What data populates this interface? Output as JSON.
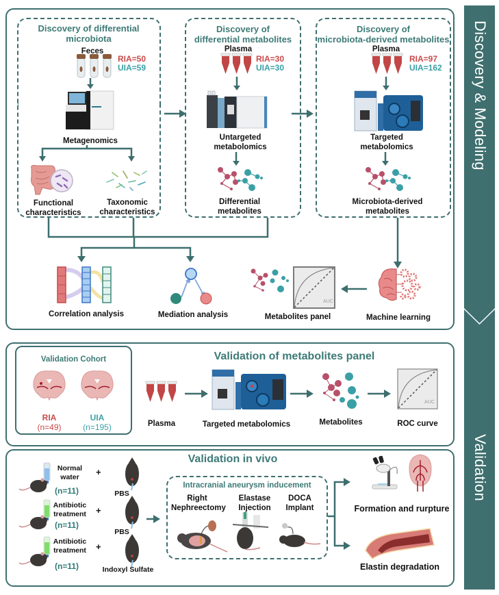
{
  "sidebar": {
    "top_label": "Discovery & Modeling",
    "bottom_label": "Validation",
    "color": "#3f6f6f"
  },
  "discovery": {
    "microbiota_box": {
      "title": "Discovery of differential microbiota",
      "sample": "Feces",
      "ria": "RIA=50",
      "uia": "UIA=59",
      "method": "Metagenomics",
      "outputs": [
        "Functional characteristics",
        "Taxonomic characteristics"
      ]
    },
    "metabolites_box": {
      "title_line1": "Discovery of",
      "title_line2": "differential metabolites",
      "sample": "Plasma",
      "ria": "RIA=30",
      "uia": "UIA=30",
      "method": "Untargeted metabolomics",
      "output": "Differential metabolites"
    },
    "microbiota_derived_box": {
      "title_line1": "Discovery of",
      "title_line2": "microbiota-derived metabolites",
      "sample": "Plasma",
      "ria": "RIA=97",
      "uia": "UIA=162",
      "method": "Targeted metabolomics",
      "output": "Microbiota-derived metabolites"
    },
    "analyses": {
      "correlation": "Correlation analysis",
      "mediation": "Mediation analysis",
      "panel": "Metabolites panel",
      "ml": "Machine learning",
      "auc": "AUC"
    }
  },
  "validation_panel": {
    "title": "Validation of metabolites panel",
    "cohort": {
      "title": "Validation Cohort",
      "ria_label": "RIA",
      "ria_n": "(n=49)",
      "uia_label": "UIA",
      "uia_n": "(n=195)"
    },
    "steps": [
      "Plasma",
      "Targeted metabolomics",
      "Metabolites",
      "ROC curve"
    ],
    "auc": "AUC"
  },
  "in_vivo": {
    "title": "Validation in vivo",
    "groups": [
      {
        "treatment": "Normal water",
        "n": "(n=11)",
        "injection": "PBS"
      },
      {
        "treatment": "Antibiotic treatment",
        "n": "(n=11)",
        "injection": "PBS"
      },
      {
        "treatment": "Antibiotic treatment",
        "n": "(n=11)",
        "injection": "Indoxyl Sulfate"
      }
    ],
    "plus": "+",
    "inducement": {
      "title": "Intracranial aneurysm inducement",
      "steps": [
        "Right Nephreectomy",
        "Elastase Injection",
        "DOCA Implant"
      ]
    },
    "outcomes": [
      "Formation and rurpture",
      "Elastin degradation"
    ]
  },
  "colors": {
    "teal": "#3d6e6e",
    "ria": "#c94a4a",
    "uia": "#3aa0a6"
  }
}
